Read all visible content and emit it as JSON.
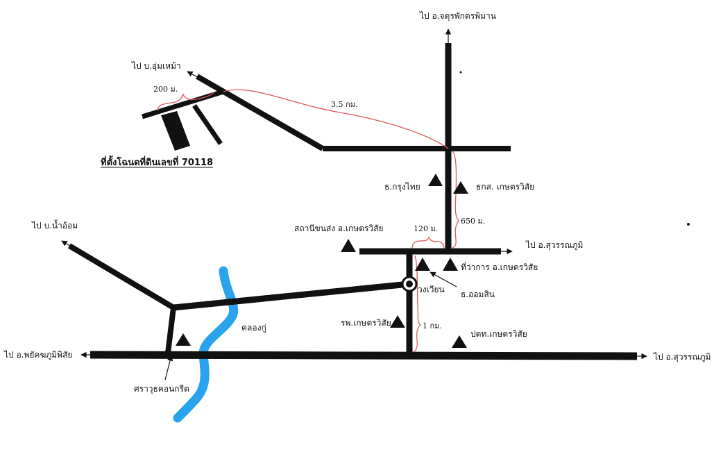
{
  "map": {
    "title": "ที่ตั้งโฉนดที่ดินเลขที่ 70118",
    "destinations": {
      "north": "ไป อ.จตุรพักตรพิมาน",
      "northwest": "ไป บ.อุ่มเหม้า",
      "west_upper": "ไป บ.น้ำอ้อม",
      "west": "ไป อ.พยัคฆภูมิพิสัย",
      "east_upper": "ไป อ.สุวรรณภูมิ",
      "east": "ไป อ.สุวรรณภูมิ"
    },
    "distances": {
      "parcel_width": "200 ม.",
      "to_parcel": "3.5 กม.",
      "north_segment": "650 ม.",
      "office_segment": "120 ม.",
      "south_segment": "1 กม."
    },
    "landmarks": {
      "krungthai": "ธ.กรุงไทย",
      "baac": "ธกส. เกษตรวิสัย",
      "bus_station": "สถานีขนส่ง อ.เกษตรวิสัย",
      "district_office": "ที่ว่าการ อ.เกษตรวิสัย",
      "gsb": "ธ.ออมสิน",
      "roundabout": "วงเวียน",
      "hospital": "รพ.เกษตรวิสัย",
      "ptt": "ปตท.เกษตรวิสัย",
      "canal": "คลองกู่",
      "concrete": "ศราวุธคอนกรีต"
    },
    "colors": {
      "road": "#111111",
      "distance_line": "#e0585b",
      "river": "#2aa3ee"
    }
  }
}
